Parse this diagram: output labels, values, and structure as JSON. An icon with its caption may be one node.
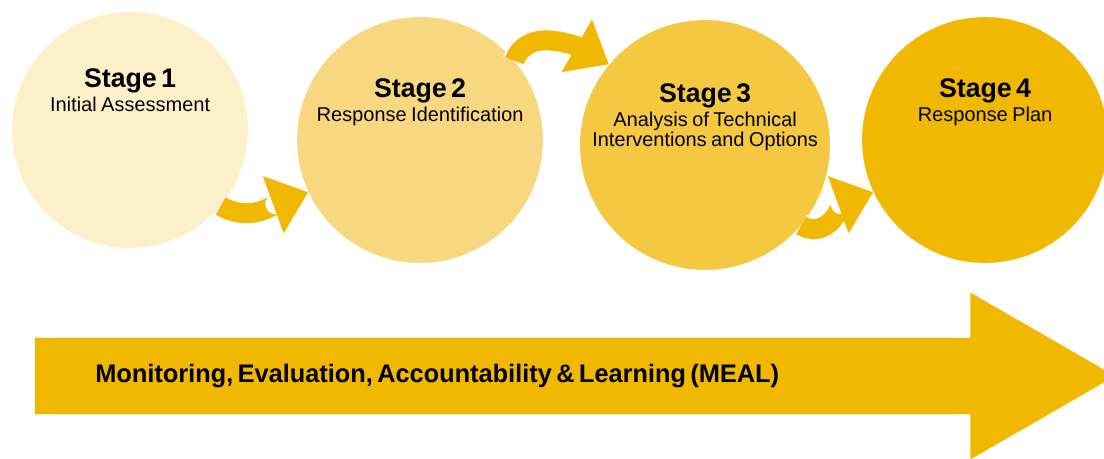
{
  "diagram": {
    "nodes": [
      {
        "text": [
          "Stage 1",
          "Initial Assessment"
        ]
      },
      {
        "text": [
          "Stage 2",
          "Response Identification"
        ]
      },
      {
        "text": [
          "Stage 3",
          "Analysis of Technical Interventions and Options"
        ]
      },
      {
        "text": [
          "Stage 4",
          "Response Plan"
        ]
      },
      {
        "text": [
          "Monitoring, Evaluation, Accountability & Learning (MEAL)"
        ]
      }
    ],
    "edges": [
      {
        "from": 0,
        "to": 1,
        "arrow": "to"
      },
      {
        "from": 1,
        "to": 2,
        "arrow": "to"
      },
      {
        "from": 2,
        "to": 3,
        "arrow": "to"
      }
    ]
  }
}
